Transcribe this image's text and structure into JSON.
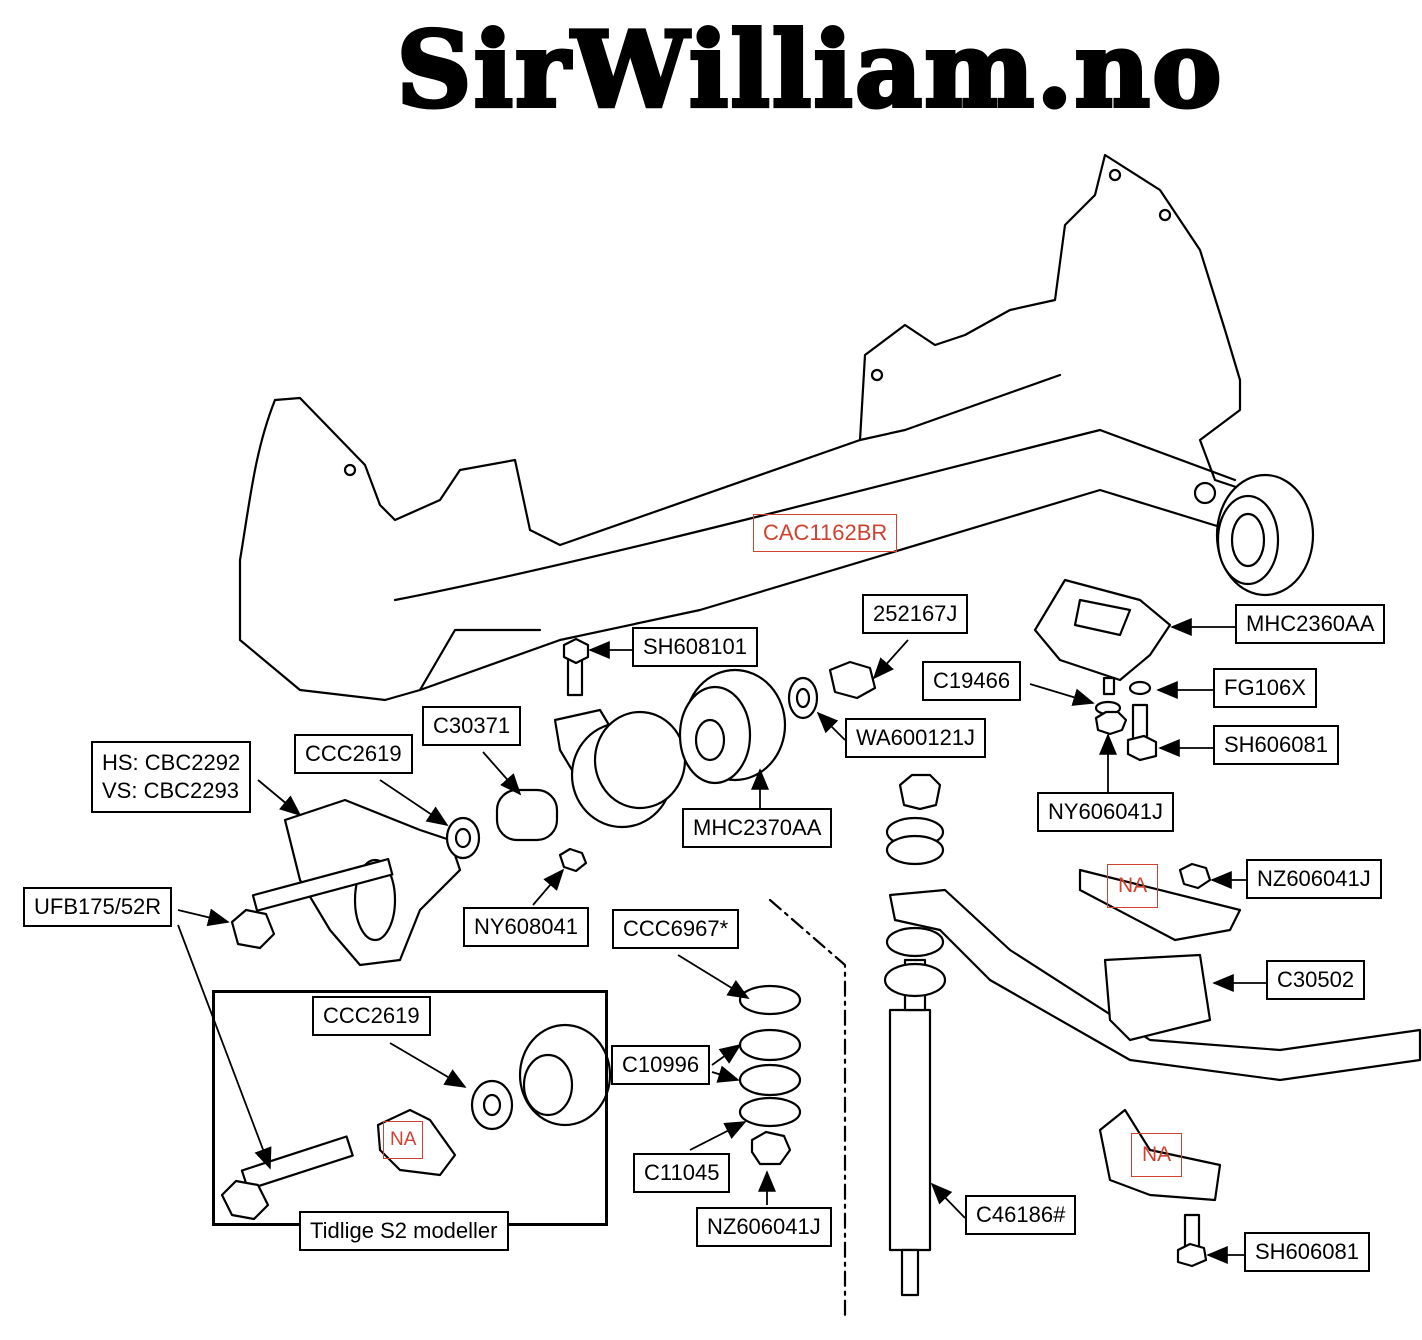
{
  "logo": "SirWilliam.no",
  "labels": {
    "cac1162br": "CAC1162BR",
    "sh608101": "SH608101",
    "p252167j": "252167J",
    "mhc2360aa": "MHC2360AA",
    "c19466": "C19466",
    "fg106x": "FG106X",
    "sh606081_top": "SH606081",
    "ny606041j": "NY606041J",
    "wa600121j": "WA600121J",
    "mhc2370aa": "MHC2370AA",
    "c30371": "C30371",
    "ccc2619_top": "CCC2619",
    "hs_vs_line1": "HS: CBC2292",
    "hs_vs_line2": "VS: CBC2293",
    "ufb175": "UFB175/52R",
    "ny608041": "NY608041",
    "ccc6967": "CCC6967*",
    "c10996": "C10996",
    "c11045": "C11045",
    "nz606041j_bottom": "NZ606041J",
    "c46186": "C46186#",
    "nz606041j_right": "NZ606041J",
    "c30502": "C30502",
    "sh606081_bottom": "SH606081",
    "na1": "NA",
    "na2": "NA",
    "na3": "NA",
    "ccc2619_inset": "CCC2619",
    "inset_caption": "Tidlige S2 modeller"
  },
  "colors": {
    "outline": "#000000",
    "red_label": "#d0412f"
  }
}
